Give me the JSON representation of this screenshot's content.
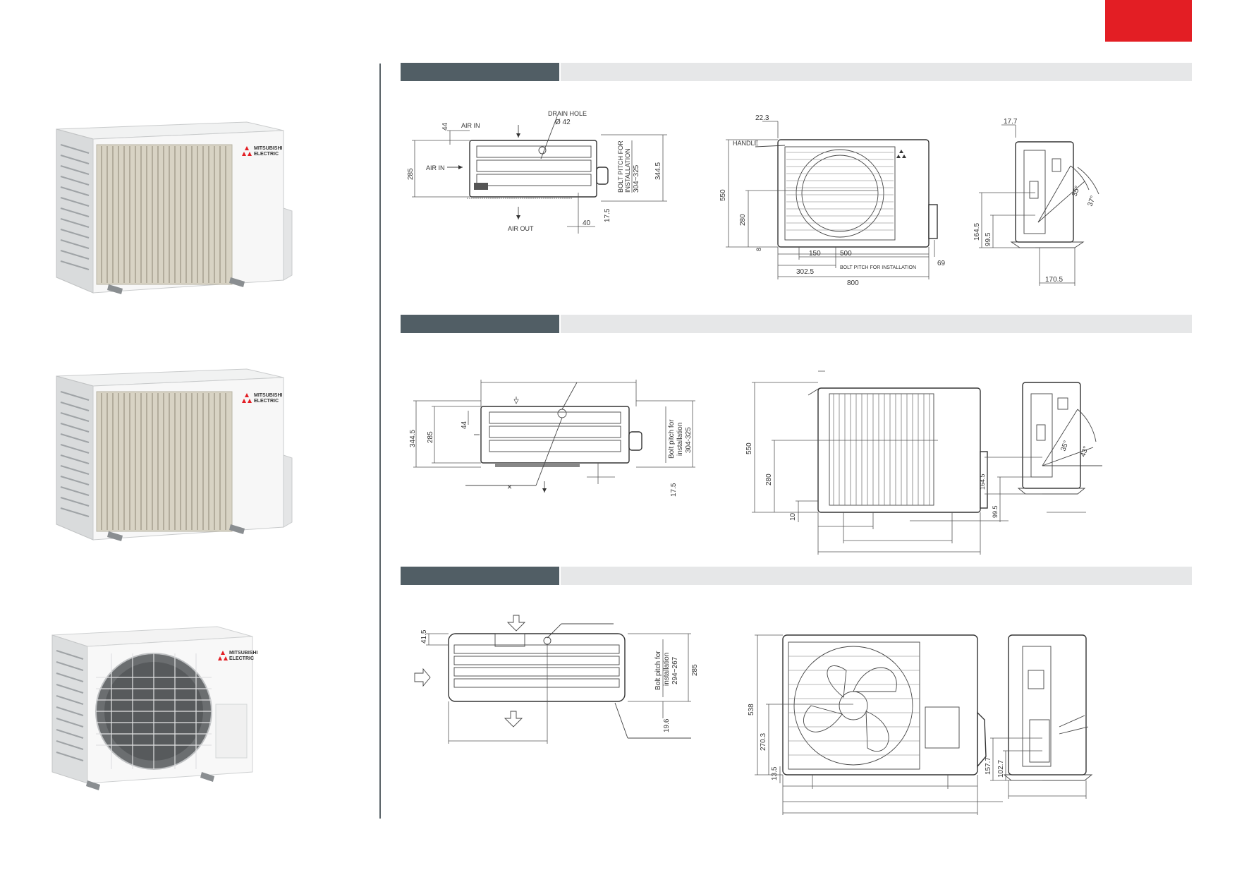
{
  "colors": {
    "accent_red": "#e31e24",
    "bar_dark": "#515e65",
    "bar_light": "#e6e7e8",
    "divider": "#5a6368"
  },
  "brand": {
    "line1": "MITSUBISHI",
    "line2": "ELECTRIC"
  },
  "sections": [
    {
      "top_view": {
        "air_in_top": "AIR IN",
        "drain_hole": "DRAIN HOLE",
        "drain_dia": "Ø 42",
        "air_in_side": "AIR IN",
        "air_out": "AIR OUT",
        "bolt_pitch_1": "BOLT PITCH FOR",
        "bolt_pitch_2": "INSTALLATION",
        "bolt_pitch_3": "304~325",
        "d_44": "44",
        "d_285": "285",
        "d_3445": "344.5",
        "d_40": "40",
        "d_175": "17.5"
      },
      "front_view": {
        "d_223": "22.3",
        "handle": "HANDLE",
        "d_550": "550",
        "d_280": "280",
        "d_8": "8",
        "d_150": "150",
        "d_500": "500",
        "d_3025": "302.5",
        "bolt_pitch": "BOLT PITCH FOR INSTALLATION",
        "d_800": "800",
        "d_69": "69"
      },
      "side_view": {
        "d_177": "17.7",
        "d_1645": "164.5",
        "d_995": "99.5",
        "d_1705": "170.5",
        "a_35": "35°",
        "a_37": "37°"
      }
    },
    {
      "top_view": {
        "d_3445": "344.5",
        "d_285": "285",
        "d_44": "44",
        "d_175": "17.5",
        "bolt_1": "Bolt pitch for",
        "bolt_2": "installation",
        "bolt_3": "304-325"
      },
      "front_view": {
        "d_550": "550",
        "d_280": "280",
        "d_10": "10"
      },
      "side_view": {
        "d_1645": "164.5",
        "d_995": "99.5",
        "a_35": "35°",
        "a_43": "43°"
      }
    },
    {
      "top_view": {
        "d_415": "41.5",
        "bolt_1": "Bolt pitch for",
        "bolt_2": "installation",
        "bolt_3": "294~267",
        "d_285": "285",
        "d_196": "19.6"
      },
      "front_view": {
        "d_538": "538",
        "d_2703": "270.3",
        "d_135": "13.5"
      },
      "side_view": {
        "d_1577": "157.7",
        "d_1027": "102.7"
      }
    }
  ]
}
